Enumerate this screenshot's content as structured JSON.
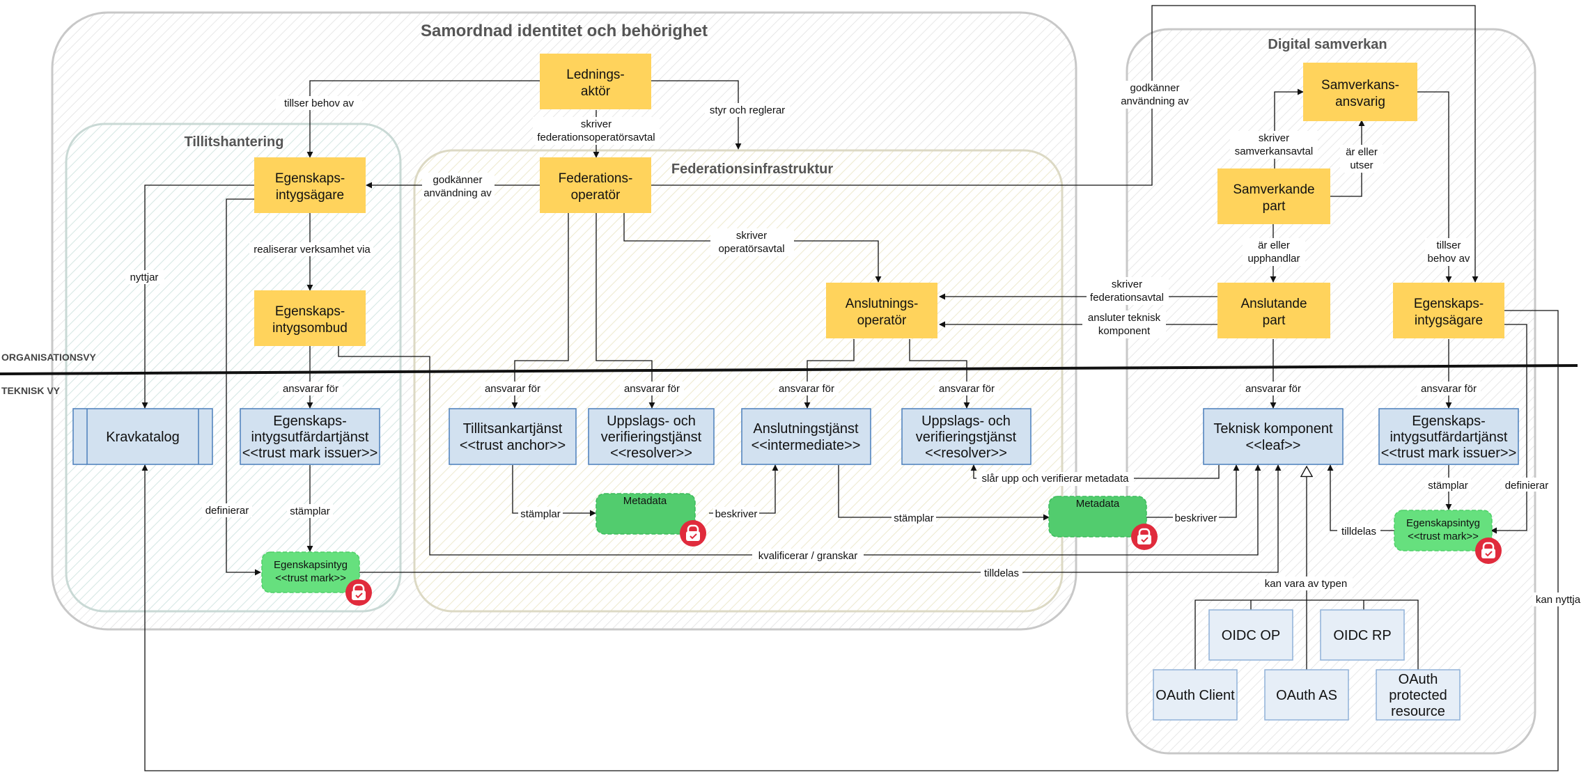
{
  "regions": {
    "samordnad": "Samordnad identitet och behörighet",
    "tillit": "Tillitshantering",
    "federation": "Federationsinfrastruktur",
    "digital": "Digital samverkan"
  },
  "views": {
    "org": "ORGANISATIONSVY",
    "tech": "TEKNISK VY"
  },
  "actors": {
    "lednings": [
      "Lednings-",
      "aktör"
    ],
    "fedop": [
      "Federations-",
      "operatör"
    ],
    "egenagare": [
      "Egenskaps-",
      "intygsägare"
    ],
    "egenombud": [
      "Egenskaps-",
      "intygsombud"
    ],
    "anslop": [
      "Anslutnings-",
      "operatör"
    ],
    "samansvarig": [
      "Samverkans-",
      "ansvarig"
    ],
    "samverkande": [
      "Samverkande",
      "part"
    ],
    "anslutande": [
      "Anslutande",
      "part"
    ],
    "egenagare2": [
      "Egenskaps-",
      "intygsägare"
    ]
  },
  "components": {
    "kravkatalog": [
      "Kravkatalog"
    ],
    "utfardare": [
      "Egenskaps-",
      "intygsutfärdartjänst",
      "<<trust mark issuer>>"
    ],
    "tillitsankar": [
      "Tillitsankartjänst",
      "<<trust anchor>>"
    ],
    "uppslag1": [
      "Uppslags- och",
      "verifieringstjänst",
      "<<resolver>>"
    ],
    "anslutningstjanst": [
      "Anslutningstjänst",
      "<<intermediate>>"
    ],
    "uppslag2": [
      "Uppslags- och",
      "verifieringstjänst",
      "<<resolver>>"
    ],
    "teknisk": [
      "Teknisk komponent",
      "<<leaf>>"
    ],
    "utfardare2": [
      "Egenskaps-",
      "intygsutfärdartjänst",
      "<<trust mark issuer>>"
    ],
    "oidcop": [
      "OIDC OP"
    ],
    "oidcrp": [
      "OIDC RP"
    ],
    "oauthclient": [
      "OAuth Client"
    ],
    "oauthas": [
      "OAuth AS"
    ],
    "oauthprot": [
      "OAuth",
      "protected",
      "resource"
    ]
  },
  "green": {
    "metadata1": [
      "Metadata"
    ],
    "metadata2": [
      "Metadata"
    ],
    "intyg1": [
      "Egenskapsintyg",
      "<<trust mark>>"
    ],
    "intyg2": [
      "Egenskapsintyg",
      "<<trust mark>>"
    ]
  },
  "labels": {
    "tillser1": [
      "tillser behov av"
    ],
    "skriverfed": [
      "skriver",
      "federationsoperatörsavtal"
    ],
    "styr": [
      "styr och reglerar"
    ],
    "godkanner1": [
      "godkänner",
      "användning av"
    ],
    "godkanner2": [
      "godkänner",
      "användning av"
    ],
    "nyttjar": [
      "nyttjar"
    ],
    "realiserar": [
      "realiserar verksamhet via"
    ],
    "skriverop": [
      "skriver",
      "operatörsavtal"
    ],
    "skriversam": [
      "skriver",
      "samverkansavtal"
    ],
    "arellerutser": [
      "är eller",
      "utser"
    ],
    "arellerupphandlar": [
      "är eller",
      "upphandlar"
    ],
    "tillser2": [
      "tillser",
      "behov av"
    ],
    "skriverfedavtal": [
      "skriver",
      "federationsavtal"
    ],
    "anslutertek": [
      "ansluter teknisk",
      "komponent"
    ],
    "ansvarar1": [
      "ansvarar för"
    ],
    "ansvarar2": [
      "ansvarar för"
    ],
    "ansvarar3": [
      "ansvarar för"
    ],
    "ansvarar4": [
      "ansvarar för"
    ],
    "ansvarar5": [
      "ansvarar för"
    ],
    "ansvarar6": [
      "ansvarar för"
    ],
    "ansvarar7": [
      "ansvarar för"
    ],
    "definierar1": [
      "definierar"
    ],
    "definierar2": [
      "definierar"
    ],
    "stamplar1": [
      "stämplar"
    ],
    "stamplar2": [
      "stämplar"
    ],
    "stamplar3": [
      "stämplar"
    ],
    "stamplar4": [
      "stämplar"
    ],
    "beskriver1": [
      "beskriver"
    ],
    "beskriver2": [
      "beskriver"
    ],
    "slarupp": [
      "slår upp och verifierar metadata"
    ],
    "kvalificerar": [
      "kvalificerar / granskar"
    ],
    "tilldelas1": [
      "tilldelas"
    ],
    "tilldelas2": [
      "tilldelas"
    ],
    "kanvara": [
      "kan vara av typen"
    ],
    "kannyttja": [
      "kan nyttja"
    ]
  },
  "colors": {
    "actor": "#FFD35C",
    "component_fill": "#D2E1F0",
    "component_stroke": "#4A7EBB",
    "subtype_fill": "#E6EEF7",
    "subtype_stroke": "#8FB1D8",
    "green": "#52CC6E",
    "green_light": "#66E07E",
    "badge": "#E02B3C"
  }
}
